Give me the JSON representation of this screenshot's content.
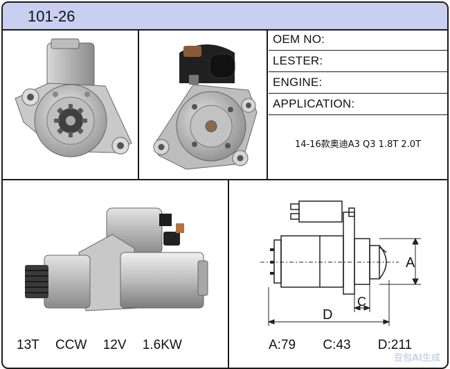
{
  "header": {
    "part_number": "101-26"
  },
  "info": {
    "oem_label": "OEM NO:",
    "lester_label": "LESTER:",
    "engine_label": "ENGINE:",
    "application_label": "APPLICATION:",
    "application_value": "14-16款奥迪A3 Q3 1.8T 2.0T"
  },
  "specs": {
    "teeth": "13T",
    "rotation": "CCW",
    "voltage": "12V",
    "power": "1.6KW"
  },
  "diagram": {
    "label_a": "A",
    "label_c": "C",
    "label_d": "D"
  },
  "dimensions": {
    "a": "A:79",
    "c": "C:43",
    "d": "D:211"
  },
  "watermark": "豆包AI生成"
}
